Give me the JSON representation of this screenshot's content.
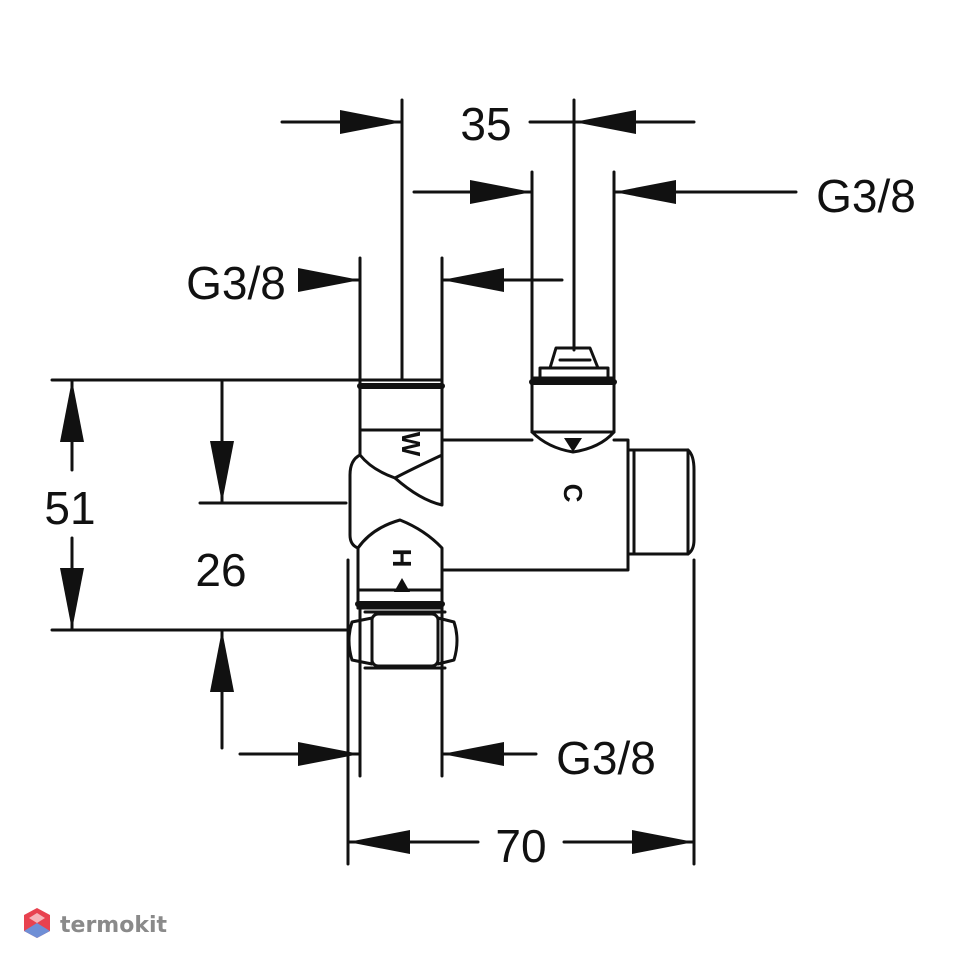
{
  "diagram": {
    "dimensions": {
      "spacing_top": "35",
      "thread_top_right": "G3/8",
      "thread_top_left": "G3/8",
      "height_total": "51",
      "height_partial": "26",
      "thread_bottom": "G3/8",
      "width_total": "70"
    },
    "port_marks": {
      "warm": "W",
      "cold": "C",
      "hot": "H"
    }
  },
  "watermark": {
    "brand": "termokit"
  },
  "colors": {
    "line": "#111111",
    "logo_red": "#e8424f",
    "logo_blue": "#6f8fd6",
    "logo_text": "#8a8a8a"
  }
}
